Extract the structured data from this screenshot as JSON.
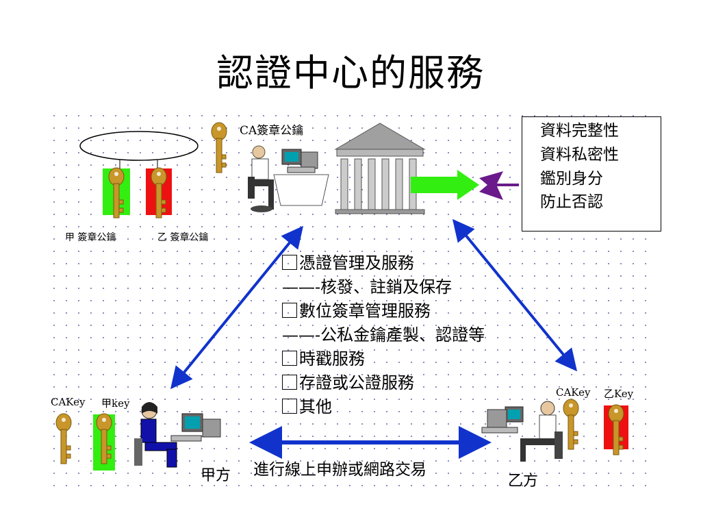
{
  "title": "認證中心的服務",
  "labels": {
    "ca_key": "CA簽章公鑰",
    "a_sign_key": "甲 簽章公鑰",
    "b_sign_key": "乙 簽章公鑰",
    "left_cakey": "CAKey",
    "left_key": "甲key",
    "right_cakey": "CAKey",
    "right_key": "乙Key",
    "party_a": "甲方",
    "party_b": "乙方",
    "bottom_link": "進行線上申辦或網路交易"
  },
  "properties": [
    "資料完整性",
    "資料私密性",
    "鑑別身分",
    "防止否認"
  ],
  "services": [
    {
      "boxed": true,
      "text": "憑證管理及服務"
    },
    {
      "boxed": false,
      "text": "——-核發、註銷及保存"
    },
    {
      "boxed": true,
      "text": "數位簽章管理服務"
    },
    {
      "boxed": false,
      "text": "——-公私金鑰產製、認證等"
    },
    {
      "boxed": true,
      "text": "時戳服務"
    },
    {
      "boxed": true,
      "text": "存證或公證服務"
    },
    {
      "boxed": true,
      "text": "其他"
    }
  ],
  "colors": {
    "key_gold": "#c8962a",
    "green": "#33ee11",
    "red": "#ee1111",
    "arrow_blue": "#1133cc",
    "purple": "#6a1a8a",
    "building_gray": "#a0a0a0"
  }
}
